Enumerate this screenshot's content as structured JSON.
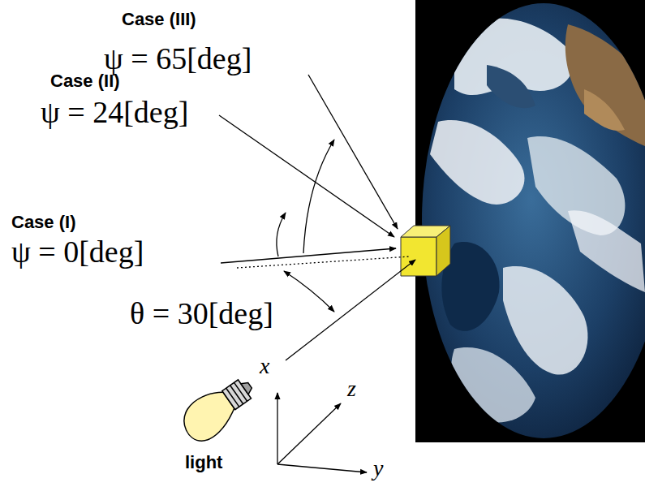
{
  "diagram": {
    "labels": [
      "Case (III)",
      "ψ = 65[deg]",
      "Case (II)",
      "ψ = 24[deg]",
      "Case (I)",
      "ψ = 0[deg]",
      "θ = 30[deg]",
      "x",
      "z",
      "light",
      "y"
    ]
  }
}
